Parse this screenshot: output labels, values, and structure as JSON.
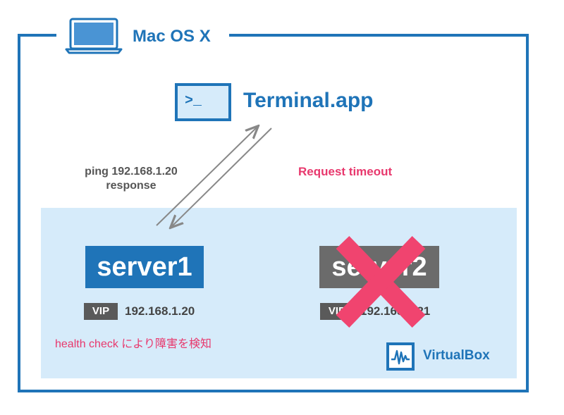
{
  "mac": {
    "title": "Mac OS X",
    "icon": "laptop-icon"
  },
  "terminal": {
    "title": "Terminal.app",
    "icon": "terminal-icon",
    "prompt": ">_"
  },
  "ping": {
    "line1": "ping 192.168.1.20",
    "line2": "response"
  },
  "timeout": {
    "text": "Request timeout"
  },
  "server1": {
    "name": "server1",
    "vip_label": "VIP",
    "ip": "192.168.1.20"
  },
  "server2": {
    "name": "server2",
    "vip_label": "VIP",
    "ip": "192.168.1.21",
    "status": "failed"
  },
  "health_check": {
    "text": "health check により障害を検知"
  },
  "virtualbox": {
    "title": "VirtualBox",
    "icon": "virtualbox-icon"
  },
  "colors": {
    "primary": "#1f74b8",
    "accent": "#e8386d",
    "vbox_bg": "#d6ebfa",
    "inactive": "#6b6b6b"
  }
}
